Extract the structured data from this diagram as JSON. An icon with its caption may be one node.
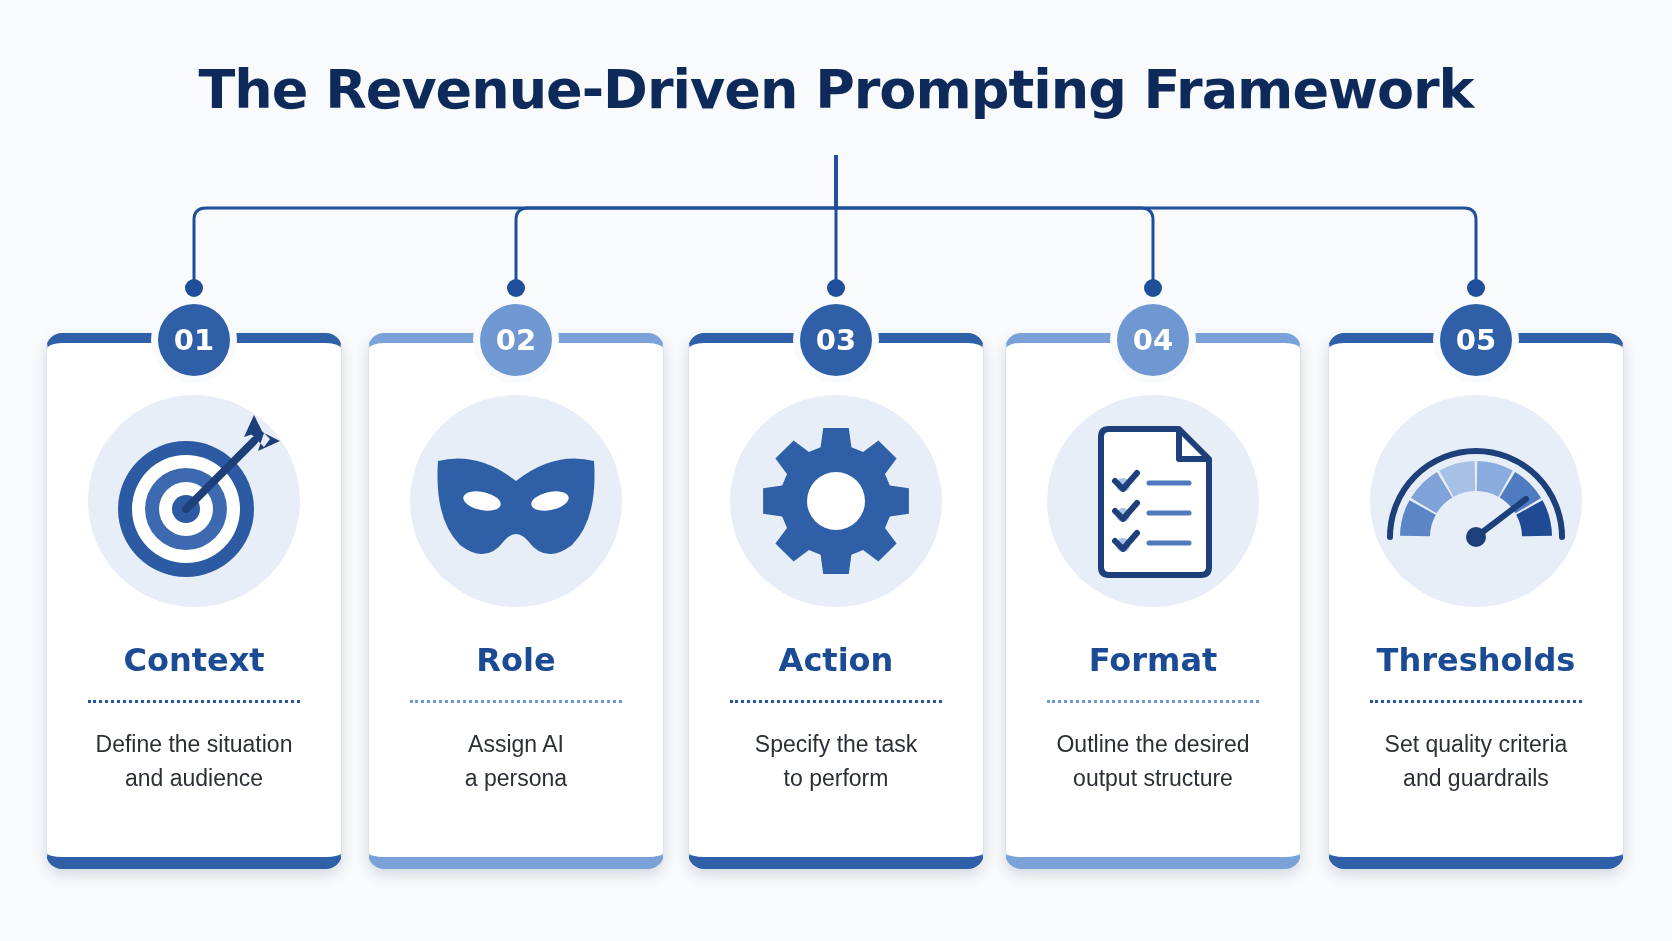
{
  "diagram": {
    "title": "The Revenue-Driven Prompting Framework",
    "nodes": [
      {
        "text": [
          "01"
        ]
      },
      {
        "text": [
          "Context",
          "Define the situation and audience"
        ]
      },
      {
        "text": [
          "02"
        ]
      },
      {
        "text": [
          "Role",
          "Assign AI a persona"
        ]
      },
      {
        "text": [
          "03"
        ]
      },
      {
        "text": [
          "Action",
          "Specify the task to perform"
        ]
      },
      {
        "text": [
          "04"
        ]
      },
      {
        "text": [
          "Format",
          "Outline the desired output structure"
        ]
      },
      {
        "text": [
          "05"
        ]
      },
      {
        "text": [
          "Thresholds",
          "Set quality criteria and guardrails"
        ]
      }
    ],
    "edges": [
      {
        "from": null,
        "to": 0,
        "arrow": "other"
      },
      {
        "from": null,
        "to": 2,
        "arrow": "other"
      },
      {
        "from": null,
        "to": 4,
        "arrow": "other"
      },
      {
        "from": null,
        "to": 6,
        "arrow": "other"
      },
      {
        "from": null,
        "to": 8,
        "arrow": "other"
      }
    ]
  }
}
